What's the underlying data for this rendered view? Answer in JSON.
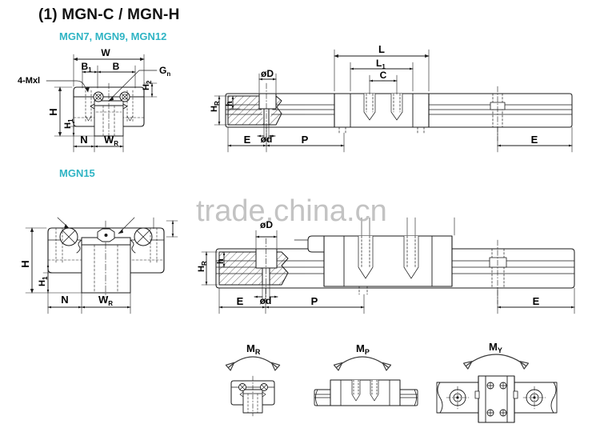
{
  "document": {
    "title": "(1) MGN-C / MGN-H",
    "watermark": "trade.china.cn",
    "background_color": "#ffffff",
    "accent_color": "#2fb4c4",
    "line_color": "#1a1a1a"
  },
  "sections": [
    {
      "id": "mgn7-9-12",
      "label": "MGN7, MGN9, MGN12",
      "views": [
        {
          "id": "front-section",
          "name": "front-cross-section",
          "dimension_labels": [
            "4-Mxl",
            "W",
            "B1",
            "B",
            "Gn",
            "H2",
            "H",
            "H1",
            "N",
            "WR"
          ]
        },
        {
          "id": "side-section",
          "name": "side-elevation",
          "dimension_labels": [
            "L",
            "L1",
            "C",
            "øD",
            "ød",
            "HR",
            "h",
            "E",
            "P",
            "E"
          ]
        }
      ]
    },
    {
      "id": "mgn15",
      "label": "MGN15",
      "views": [
        {
          "id": "front-section",
          "name": "front-cross-section",
          "dimension_labels": [
            "H",
            "H1",
            "N",
            "WR"
          ]
        },
        {
          "id": "side-section",
          "name": "side-elevation",
          "dimension_labels": [
            "øD",
            "ød",
            "HR",
            "h",
            "E",
            "P",
            "E"
          ]
        }
      ]
    }
  ],
  "moment_diagrams": [
    {
      "id": "mr",
      "label": "M",
      "subscript": "R",
      "view": "front-view-roll"
    },
    {
      "id": "mp",
      "label": "M",
      "subscript": "P",
      "view": "side-view-pitch"
    },
    {
      "id": "my",
      "label": "M",
      "subscript": "Y",
      "view": "top-view-yaw"
    }
  ],
  "dim_labels": {
    "four_mxl": "4-Mxl",
    "W": "W",
    "B": "B",
    "B1": "B",
    "B1_sub": "1",
    "Gn": "G",
    "Gn_sub": "n",
    "H": "H",
    "H1": "H",
    "H1_sub": "1",
    "H2": "H",
    "H2_sub": "2",
    "N": "N",
    "WR": "W",
    "WR_sub": "R",
    "L": "L",
    "L1": "L",
    "L1_sub": "1",
    "C": "C",
    "phiD": "øD",
    "phid": "ød",
    "HR": "H",
    "HR_sub": "R",
    "h": "h",
    "E": "E",
    "P": "P",
    "M": "M",
    "MR_sub": "R",
    "MP_sub": "P",
    "MY_sub": "Y"
  }
}
